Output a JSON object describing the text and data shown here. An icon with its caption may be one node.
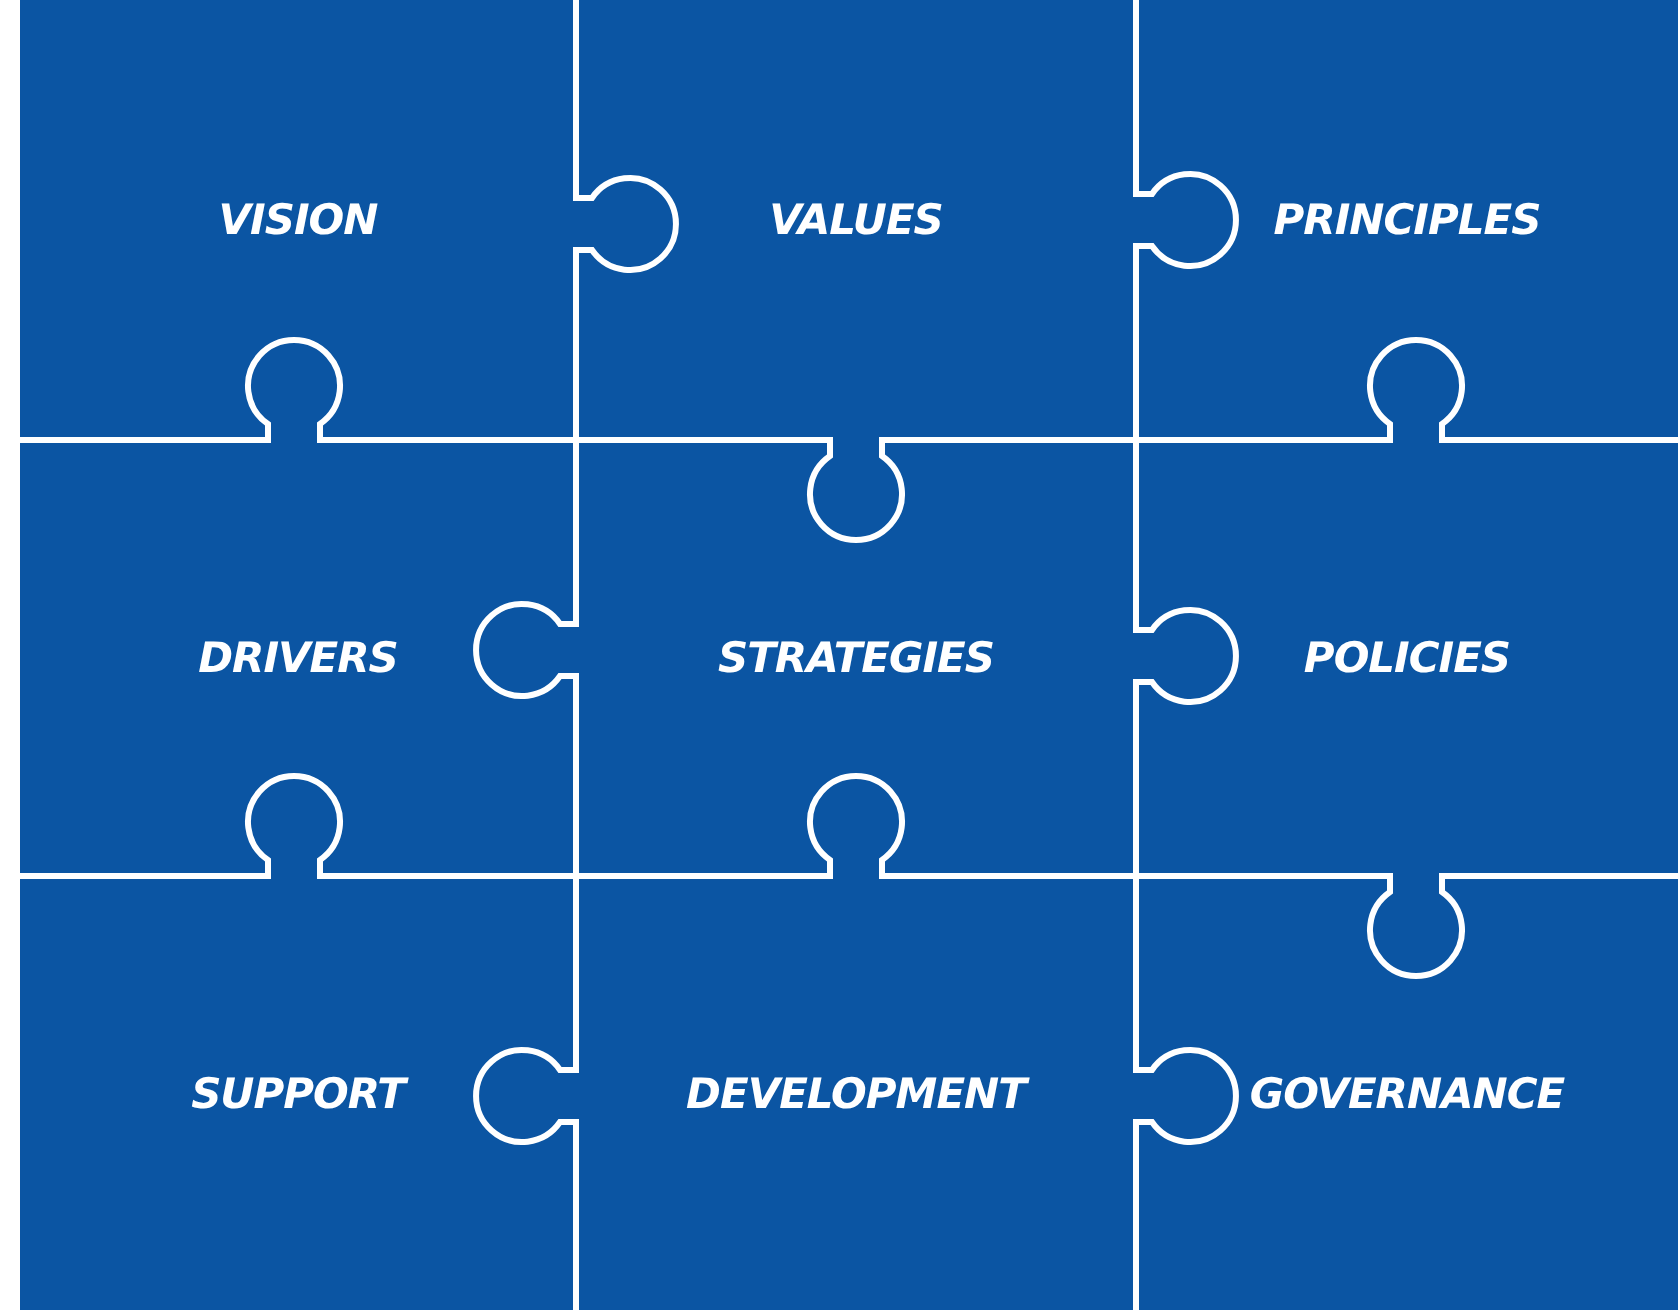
{
  "diagram": {
    "nodes": [
      {
        "text": [
          "VISION"
        ]
      },
      {
        "text": [
          "VALUES"
        ]
      },
      {
        "text": [
          "PRINCIPLES"
        ]
      },
      {
        "text": [
          "DRIVERS"
        ]
      },
      {
        "text": [
          "STRATEGIES"
        ]
      },
      {
        "text": [
          "POLICIES"
        ]
      },
      {
        "text": [
          "SUPPORT"
        ]
      },
      {
        "text": [
          "DEVELOPMENT"
        ]
      },
      {
        "text": [
          "GOVERNANCE"
        ]
      }
    ]
  }
}
